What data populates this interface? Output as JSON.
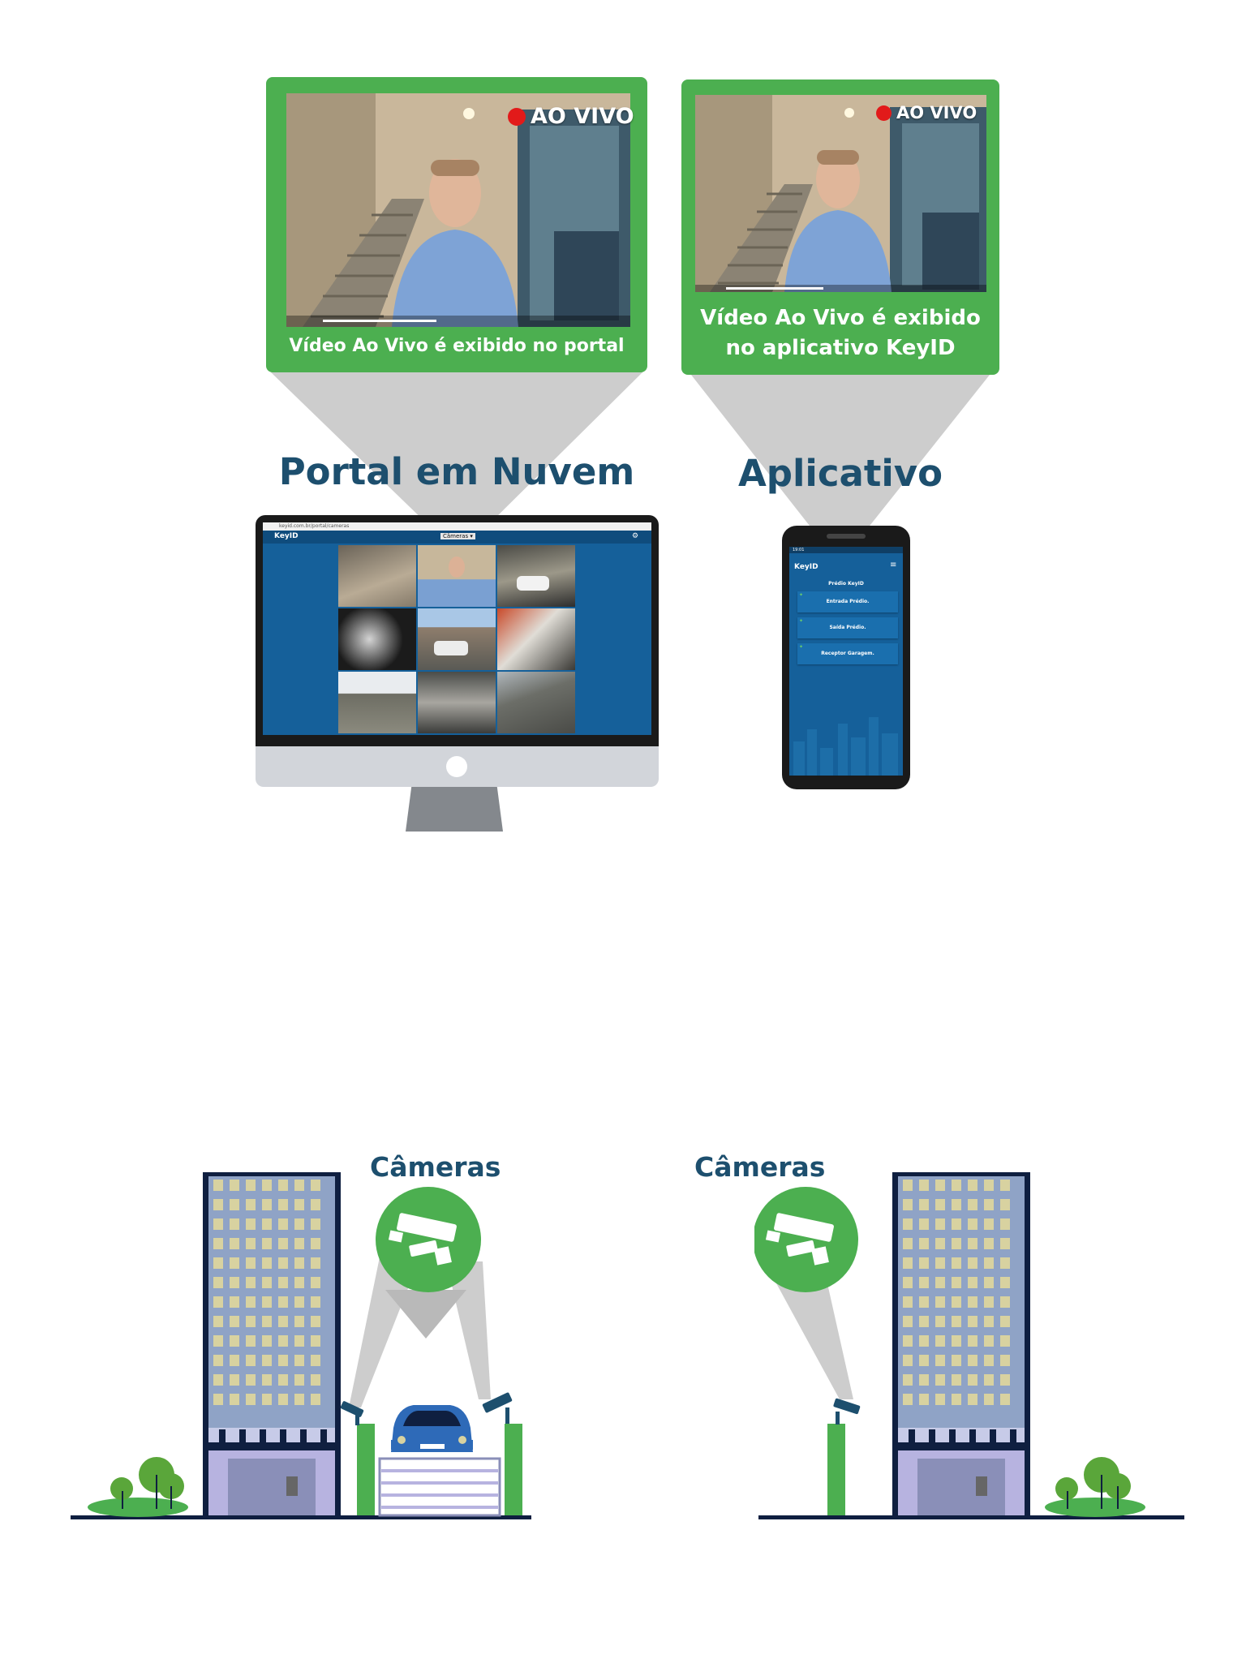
{
  "portal": {
    "heading": "Portal em Nuvem",
    "live_label": "AO VIVO",
    "caption": "Vídeo Ao Vivo é exibido no portal",
    "browser": {
      "url": "keyid.com.br/portal/cameras",
      "brand": "KeyID",
      "dropdown": "Câmeras ▾"
    }
  },
  "app": {
    "heading": "Aplicativo",
    "live_label": "AO VIVO",
    "caption_line1": "Vídeo Ao Vivo é exibido",
    "caption_line2": "no aplicativo KeyID",
    "phone": {
      "time": "19:01",
      "brand": "KeyID",
      "group_title": "Prédio KeyID",
      "items": [
        "Entrada Prédio.",
        "Saída Prédio.",
        "Receptor Garagem."
      ]
    }
  },
  "scenes": {
    "left_label": "Câmeras",
    "right_label": "Câmeras"
  },
  "colors": {
    "green": "#4caf50",
    "navy": "#1d4f6e",
    "live_red": "#e21a1a"
  }
}
